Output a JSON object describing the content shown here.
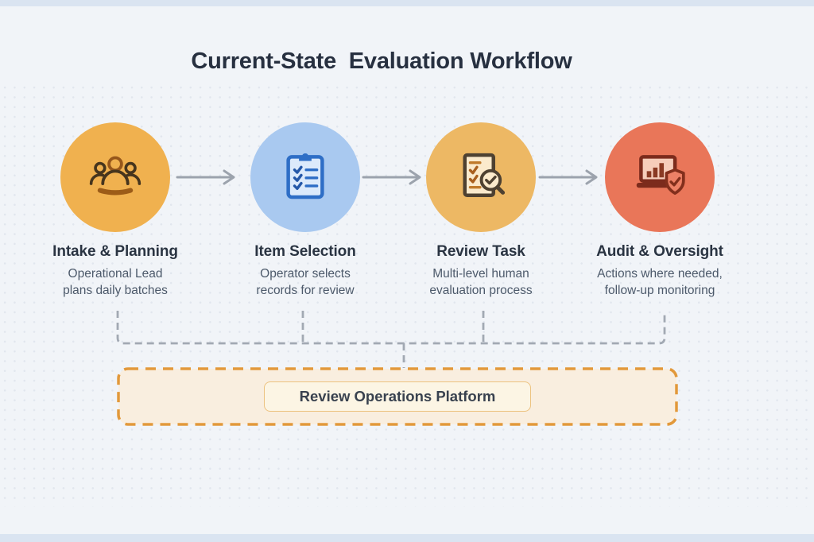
{
  "page": {
    "title": "Current-State  Evaluation Workflow"
  },
  "stages": [
    {
      "name": "Intake & Planning",
      "desc": [
        "Operational Lead",
        "plans daily batches"
      ],
      "icon": "team-icon",
      "circle_color": "#F0B14F"
    },
    {
      "name": "Item Selection",
      "desc": [
        "Operator selects",
        "records for review"
      ],
      "icon": "clipboard-checklist-icon",
      "circle_color": "#A9C9F0"
    },
    {
      "name": "Review Task",
      "desc": [
        "Multi-level human",
        "evaluation process"
      ],
      "icon": "document-search-icon",
      "circle_color": "#EDB864"
    },
    {
      "name": "Audit & Oversight",
      "desc": [
        "Actions where needed,",
        "follow-up monitoring"
      ],
      "icon": "laptop-shield-icon",
      "circle_color": "#E97659"
    }
  ],
  "platform": {
    "label": "Review Operations Platform",
    "box_border_color": "#E2993B",
    "box_fill_color": "#F9EEDF",
    "button_fill_color": "#FCF5E4",
    "button_border_color": "#ECC27F"
  },
  "colors": {
    "background": "#F1F4F8",
    "edge_strip": "#DAE4F1",
    "title_text": "#273040",
    "stage_name_text": "#2A3442",
    "stage_desc_text": "#4D5A6B",
    "arrow": "#9CA3AD",
    "connector_dash": "#A2A9B3"
  }
}
